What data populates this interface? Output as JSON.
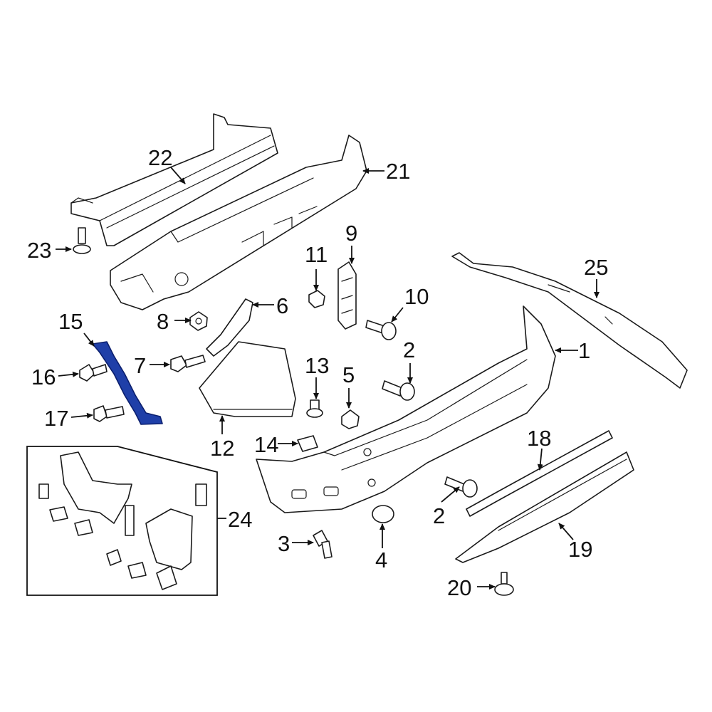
{
  "diagram": {
    "highlight_color": "#1f3fa8",
    "line_color": "#1a1a1a",
    "callouts": {
      "c1": "1",
      "c2a": "2",
      "c2b": "2",
      "c3": "3",
      "c4": "4",
      "c5": "5",
      "c6": "6",
      "c7": "7",
      "c8": "8",
      "c9": "9",
      "c10": "10",
      "c11": "11",
      "c12": "12",
      "c13": "13",
      "c14": "14",
      "c15": "15",
      "c16": "16",
      "c17": "17",
      "c18": "18",
      "c19": "19",
      "c20": "20",
      "c21": "21",
      "c22": "22",
      "c23": "23",
      "c24": "24",
      "c25": "25"
    },
    "highlighted_part": "15"
  }
}
